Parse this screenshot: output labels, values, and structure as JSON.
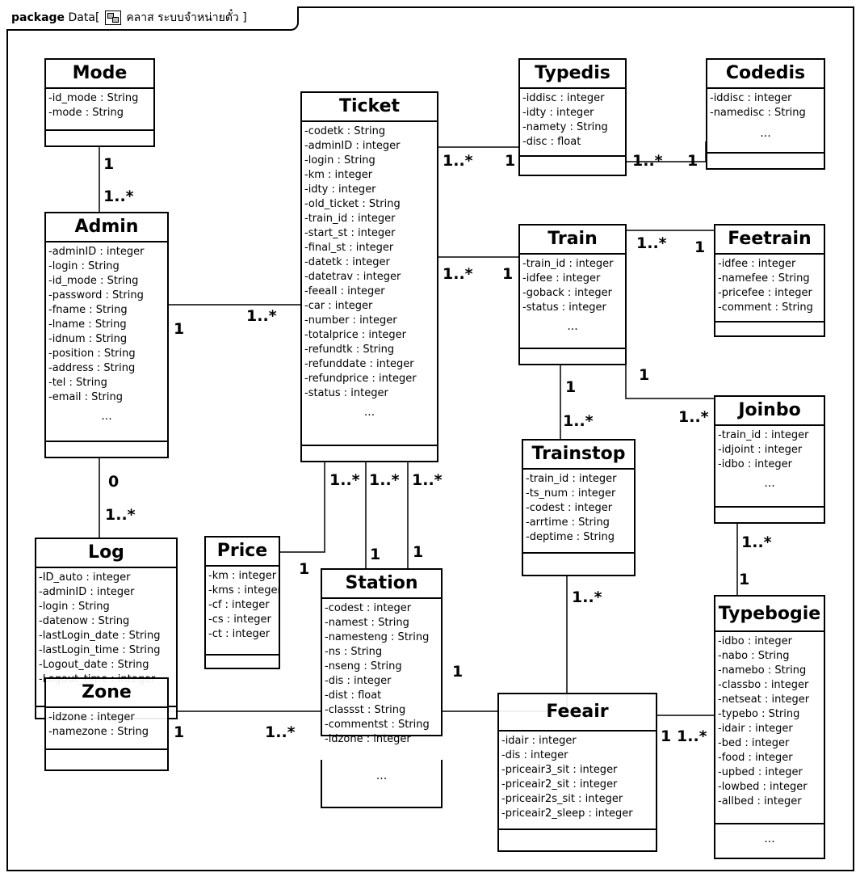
{
  "package": {
    "keyword": "package",
    "name": "Data",
    "subtitle": "คลาส ระบบจำหน่ายตั๋ว",
    "close": "]"
  },
  "classes": {
    "mode": {
      "name": "Mode",
      "attributes": [
        "-id_mode : String",
        "-mode : String"
      ],
      "ops": ""
    },
    "admin": {
      "name": "Admin",
      "attributes": [
        "-adminID : integer",
        "-login : String",
        "-id_mode : String",
        "-password : String",
        "-fname : String",
        "-lname : String",
        "-idnum : String",
        "-position : String",
        "-address : String",
        "-tel : String",
        "-email : String"
      ],
      "ops": "..."
    },
    "log": {
      "name": "Log",
      "attributes": [
        "-ID_auto : integer",
        "-adminID : integer",
        "-login : String",
        "-datenow : String",
        "-lastLogin_date : String",
        "-lastLogin_time : String",
        "-Logout_date : String",
        "-Logout_time : integer"
      ],
      "ops": ""
    },
    "zone": {
      "name": "Zone",
      "attributes": [
        "-idzone : integer",
        "-namezone : String"
      ],
      "ops": ""
    },
    "ticket": {
      "name": "Ticket",
      "attributes": [
        "-codetk : String",
        "-adminID : integer",
        "-login : String",
        "-km : integer",
        "-idty : integer",
        "-old_ticket : String",
        "-train_id : integer",
        "-start_st : integer",
        "-final_st : integer",
        "-datetk : integer",
        "-datetrav : integer",
        "-feeall : integer",
        "-car : integer",
        "-number : integer",
        "-totalprice : integer",
        "-refundtk : String",
        "-refunddate : integer",
        "-refundprice : integer",
        "-status : integer"
      ],
      "ops": "..."
    },
    "price": {
      "name": "Price",
      "attributes": [
        "-km : integer",
        "-kms : integer",
        "-cf : integer",
        "-cs : integer",
        "-ct : integer"
      ],
      "ops": ""
    },
    "station": {
      "name": "Station",
      "attributes": [
        "-codest : integer",
        "-namest : String",
        "-namesteng : String",
        "-ns : String",
        "-nseng : String",
        "-dis : integer",
        "-dist : float",
        "-classst : String",
        "-commentst : String",
        "-idzone : integer"
      ],
      "ops": "..."
    },
    "typedis": {
      "name": "Typedis",
      "attributes": [
        "-iddisc : integer",
        "-idty : integer",
        "-namety : String",
        "-disc : float"
      ],
      "ops": ""
    },
    "codedis": {
      "name": "Codedis",
      "attributes": [
        "-iddisc : integer",
        "-namedisc : String"
      ],
      "ops": "..."
    },
    "train": {
      "name": "Train",
      "attributes": [
        "-train_id : integer",
        "-idfee : integer",
        "-goback : integer",
        "-status : integer"
      ],
      "ops": "..."
    },
    "feetrain": {
      "name": "Feetrain",
      "attributes": [
        "-idfee : integer",
        "-namefee : String",
        "-pricefee : integer",
        "-comment : String"
      ],
      "ops": ""
    },
    "joinbo": {
      "name": "Joinbo",
      "attributes": [
        "-train_id : integer",
        "-idjoint : integer",
        "-idbo : integer"
      ],
      "ops": "..."
    },
    "trainstop": {
      "name": "Trainstop",
      "attributes": [
        "-train_id : integer",
        "-ts_num : integer",
        "-codest : integer",
        "-arrtime : String",
        "-deptime : String"
      ],
      "ops": ""
    },
    "feeair": {
      "name": "Feeair",
      "attributes": [
        "-idair : integer",
        "-dis : integer",
        "-priceair3_sit : integer",
        "-priceair2_sit : integer",
        "-priceair2s_sit : integer",
        "-priceair2_sleep : integer"
      ],
      "ops": ""
    },
    "typebogie": {
      "name": "Typebogie",
      "attributes": [
        "-idbo : integer",
        "-nabo : String",
        "-namebo : String",
        "-classbo : integer",
        "-netseat : integer",
        "-typebo : String",
        "-idair : integer",
        "-bed : integer",
        "-food : integer",
        "-upbed : integer",
        "-lowbed : integer",
        "-allbed : integer"
      ],
      "ops": "..."
    }
  },
  "multiplicities": {
    "mode_admin_top": "1",
    "mode_admin_bottom": "1..*",
    "admin_ticket_left": "1",
    "admin_ticket_right": "1..*",
    "admin_log_top": "0",
    "admin_log_bottom": "1..*",
    "ticket_typedis_left": "1..*",
    "ticket_typedis_right": "1",
    "typedis_codedis_left": "1..*",
    "typedis_codedis_right": "1",
    "ticket_train_left": "1..*",
    "ticket_train_right": "1",
    "train_feetrain_left": "1..*",
    "train_feetrain_right": "1",
    "train_trainstop_top": "1",
    "train_trainstop_bottom": "1..*",
    "train_joinbo_top": "1",
    "train_joinbo_bottom": "1..*",
    "ticket_price_top": "1..*",
    "ticket_price_side": "1",
    "ticket_station_a_top": "1..*",
    "ticket_station_a_bottom": "1",
    "ticket_station_b_top": "1..*",
    "ticket_station_b_bottom": "1",
    "trainstop_station_top": "1..*",
    "trainstop_station_bottom": "1",
    "zone_station_left": "1",
    "zone_station_right": "1..*",
    "joinbo_typebogie_top": "1..*",
    "joinbo_typebogie_bottom": "1",
    "feeair_typebogie_left": "1",
    "feeair_typebogie_right": "1..*"
  }
}
